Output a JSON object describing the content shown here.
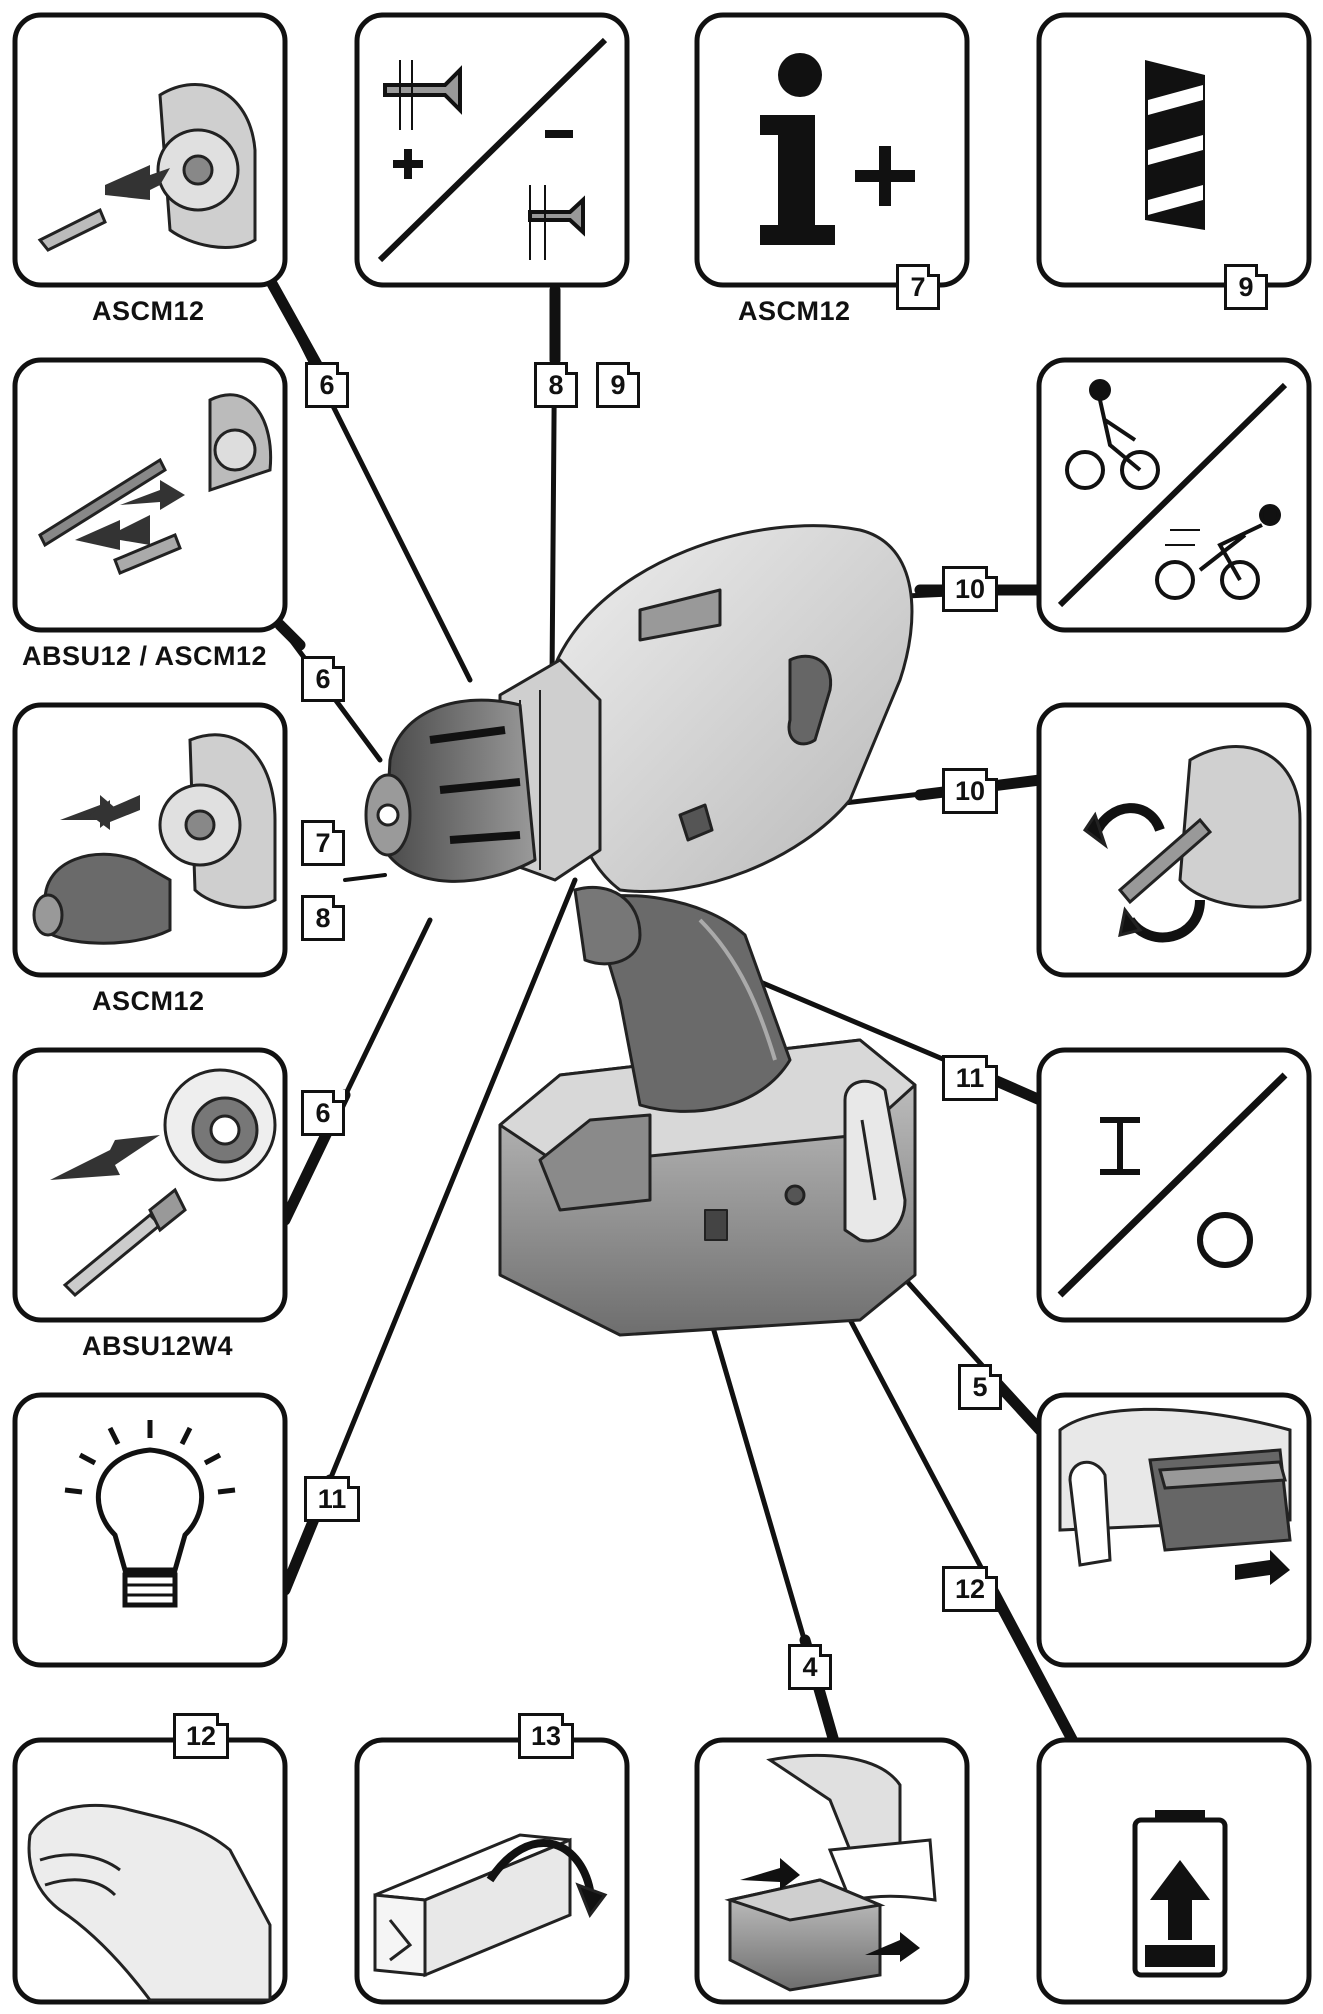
{
  "labels": {
    "p1": "ASCM12",
    "p3": "ASCM12",
    "p5": "ABSU12 / ASCM12",
    "p7": "ASCM12",
    "p9": "ABSU12W4"
  },
  "tags": {
    "t6a": "6",
    "t8a": "8",
    "t9a": "9",
    "t7p": "7",
    "t9p": "9",
    "t10a": "10",
    "t6b": "6",
    "t7b": "7",
    "t8b": "8",
    "t10b": "10",
    "t11a": "11",
    "t6c": "6",
    "t5": "5",
    "t11b": "11",
    "t12a": "12",
    "t4": "4",
    "t12b": "12",
    "t13": "13"
  },
  "icons": {
    "p1": "bit-insert-icon",
    "p2": "torque-screw-icon",
    "p3": "info-plus-icon",
    "p4": "drill-bit-icon",
    "p5": "bit-change-icon",
    "p6": "speed-gear-icon",
    "p7": "chuck-change-icon",
    "p8": "rotation-direction-icon",
    "p9": "bit-holder-icon",
    "p10": "on-off-switch-icon",
    "p11": "work-light-icon",
    "p12": "battery-release-icon",
    "p13": "hand-vibration-icon",
    "p14": "packaging-icon",
    "p15": "battery-insert-icon",
    "p16": "battery-charge-icon"
  }
}
